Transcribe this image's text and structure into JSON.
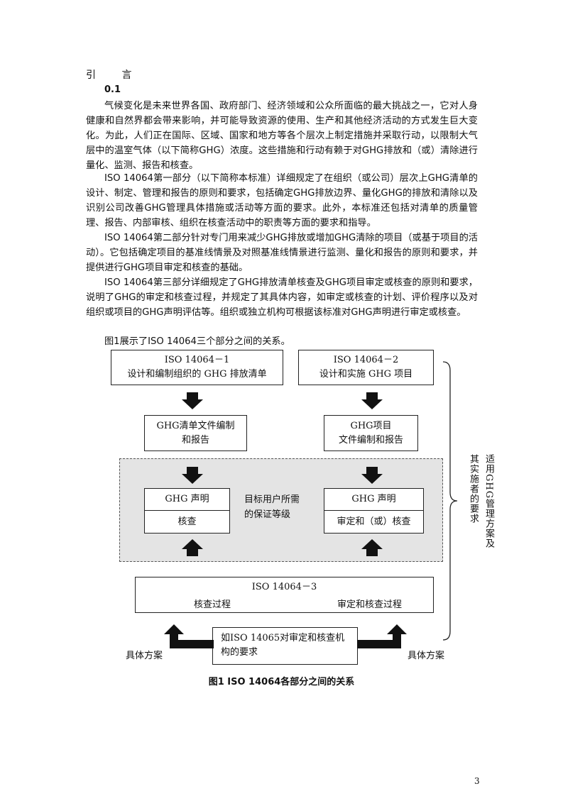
{
  "heading": "引 言",
  "subheading": "0.1",
  "paragraphs": [
    "气候变化是未来世界各国、政府部门、经济领域和公众所面临的最大挑战之一，它对人身健康和自然界都会带来影响，并可能导致资源的使用、生产和其他经济活动的方式发生巨大变化。为此，人们正在国际、区域、国家和地方等各个层次上制定措施并采取行动，以限制大气层中的温室气体（以下简称GHG）浓度。这些措施和行动有赖于对GHG排放和（或）清除进行量化、监测、报告和核查。",
    "ISO 14064第一部分（以下简称本标准）详细规定了在组织（或公司）层次上GHG清单的设计、制定、管理和报告的原则和要求，包括确定GHG排放边界、量化GHG的排放和清除以及识别公司改善GHG管理具体措施或活动等方面的要求。此外，本标准还包括对清单的质量管理、报告、内部审核、组织在核查活动中的职责等方面的要求和指导。",
    "ISO 14064第二部分针对专门用来减少GHG排放或增加GHG清除的项目（或基于项目的活动）。它包括确定项目的基准线情景及对照基准线情景进行监测、量化和报告的原则和要求，并提供进行GHG项目审定和核查的基础。",
    "ISO 14064第三部分详细规定了GHG排放清单核查及GHG项目审定或核查的原则和要求，说明了GHG的审定和核查过程，并规定了其具体内容，如审定或核查的计划、评价程序以及对组织或项目的GHG声明评估等。组织或独立机构可根据该标准对GHG声明进行审定或核查。",
    "图1展示了ISO 14064三个部分之间的关系。"
  ],
  "diagram": {
    "part1_title": "ISO 14064－1",
    "part1_desc": "设计和编制组织的 GHG 排放清单",
    "part2_title": "ISO 14064－2",
    "part2_desc": "设计和实施 GHG 项目",
    "doc_left_1": "GHG清单文件编制",
    "doc_left_2": "和报告",
    "doc_right_1": "GHG项目",
    "doc_right_2": "文件编制和报告",
    "claim_left_top": "GHG 声明",
    "claim_left_bottom": "核查",
    "assurance_1": "目标用户所需",
    "assurance_2": "的保证等级",
    "claim_right_top": "GHG 声明",
    "claim_right_bottom": "审定和（或）核查",
    "part3_title": "ISO 14064－3",
    "part3_left": "核查过程",
    "part3_right": "审定和核查过程",
    "req_1": "如ISO 14065对审定和核查机",
    "req_2": "构的要求",
    "program_left": "具体方案",
    "program_right": "具体方案",
    "side_col1": "适用GHG管理方案及",
    "side_col2": "其实施者的要求"
  },
  "caption": "图1 ISO 14064各部分之间的关系",
  "page_number": "3"
}
